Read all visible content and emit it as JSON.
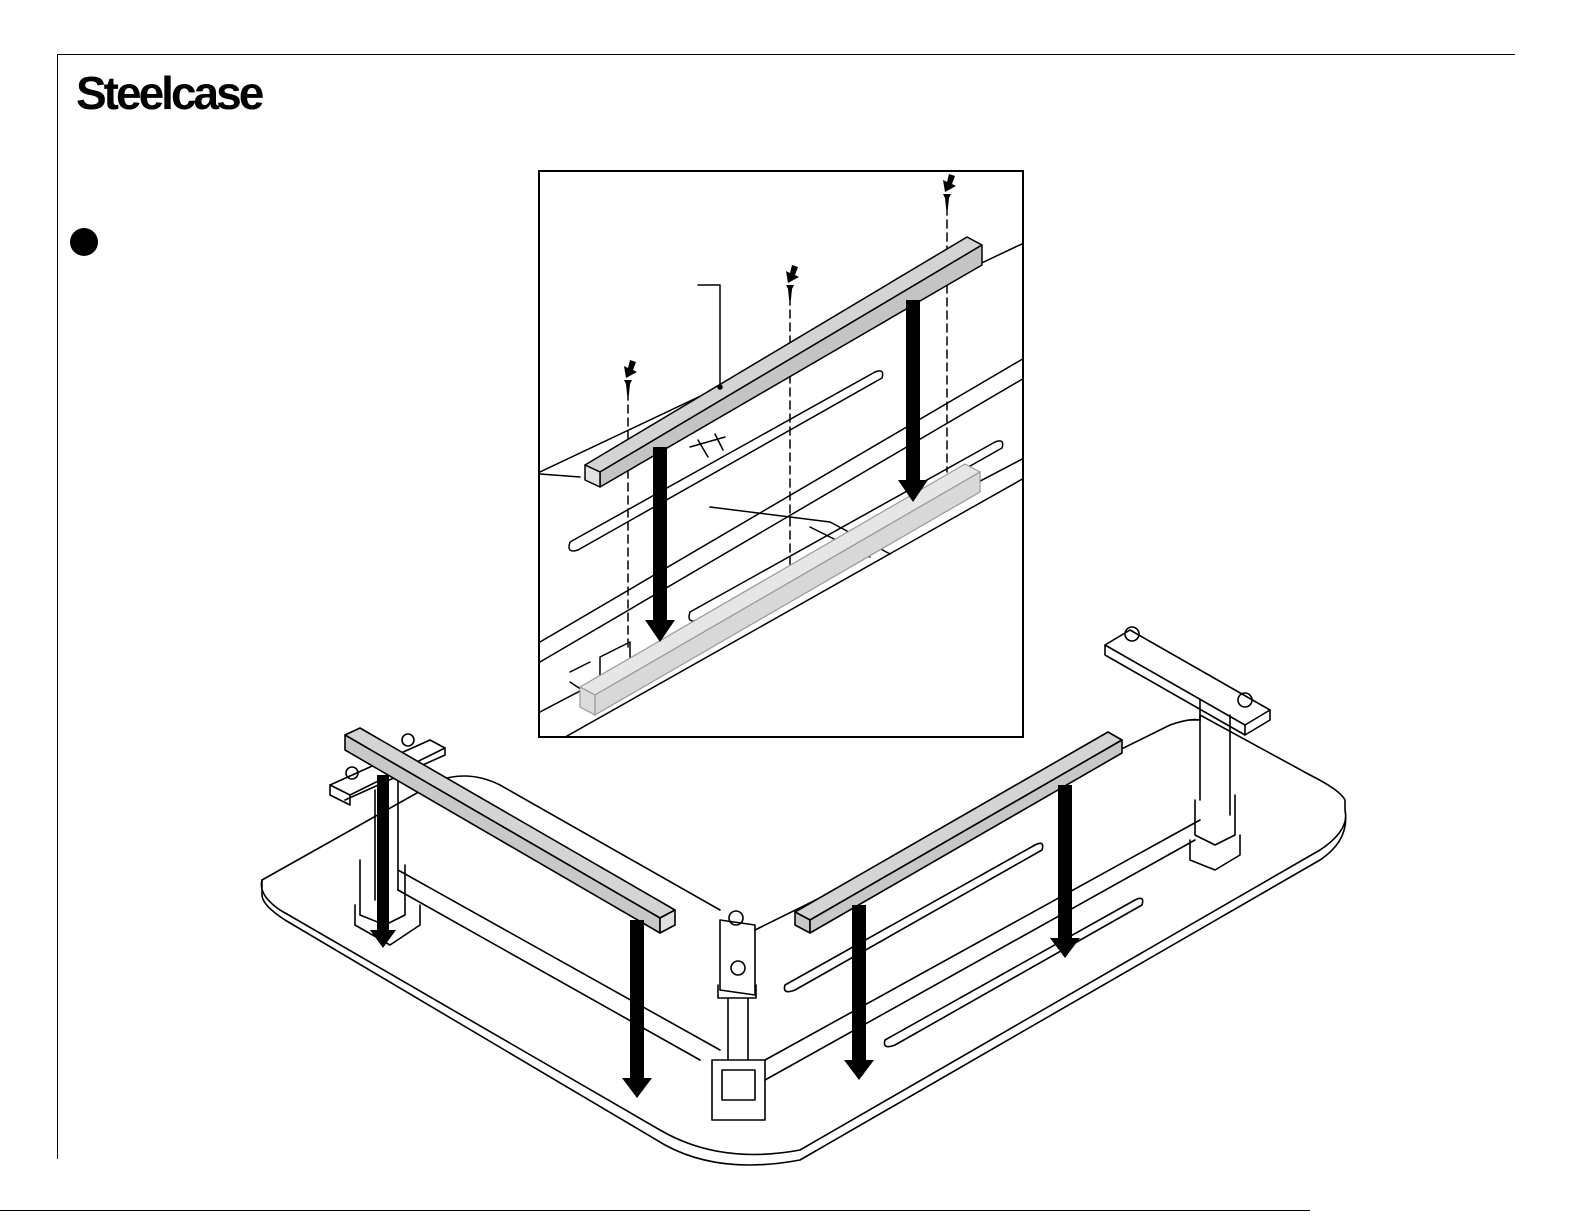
{
  "brand": {
    "logo_text": "Steelcase"
  },
  "step": {
    "marker": "filled-circle"
  },
  "illustration": {
    "subject": "cable-trough-installation",
    "icons": [
      "screw-icon",
      "down-arrow-icon",
      "cable-trough-icon",
      "desk-leg-icon"
    ]
  },
  "colors": {
    "ink": "#000000",
    "trough_fill": "#d4d4d4",
    "trough_ghost": "#e6e6e6",
    "paper": "#ffffff"
  }
}
